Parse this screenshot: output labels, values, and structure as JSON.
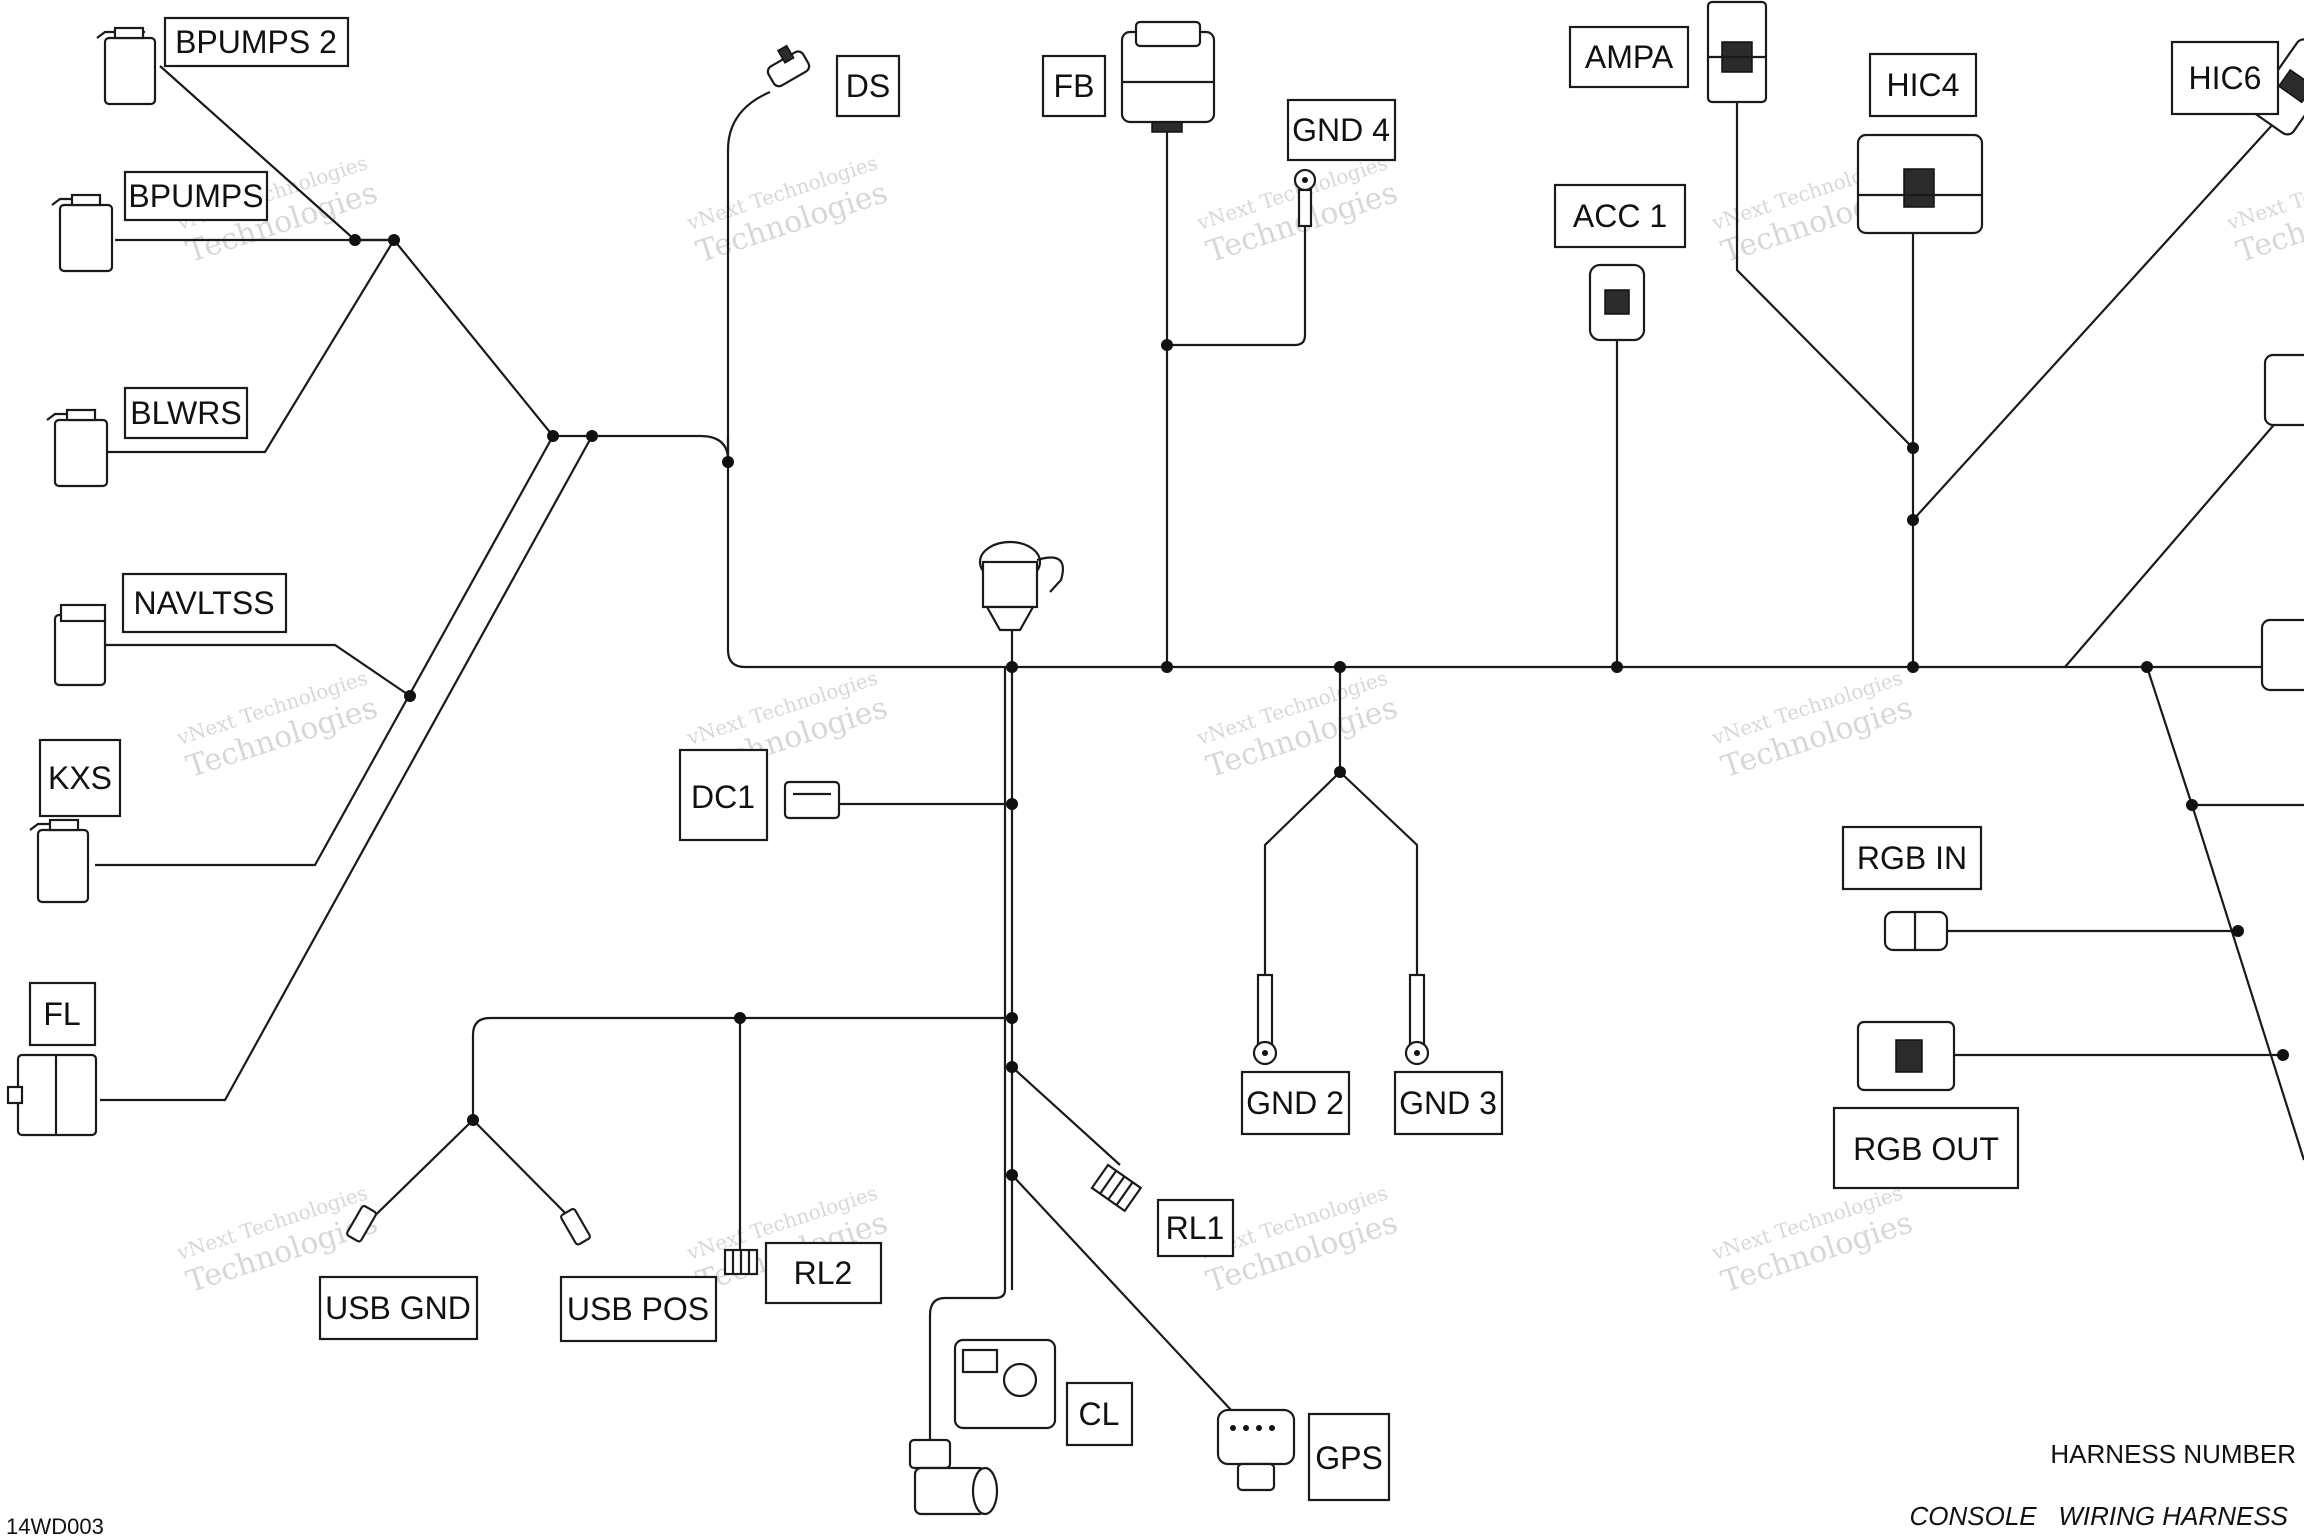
{
  "diagram": {
    "labels": {
      "bpumps2": "BPUMPS 2",
      "bpumps": "BPUMPS",
      "blwrs": "BLWRS",
      "navltss": "NAVLTSS",
      "kxs": "KXS",
      "fl": "FL",
      "ds": "DS",
      "fb": "FB",
      "gnd4": "GND 4",
      "ampa": "AMPA",
      "acc1": "ACC 1",
      "hic4": "HIC4",
      "hic6": "HIC6",
      "dc1": "DC1",
      "gnd2": "GND 2",
      "gnd3": "GND 3",
      "rgb_in": "RGB IN",
      "rgb_out": "RGB OUT",
      "usb_gnd": "USB GND",
      "usb_pos": "USB POS",
      "rl2": "RL2",
      "rl1": "RL1",
      "cl": "CL",
      "gps": "GPS"
    },
    "watermark": {
      "line1": "vNext Technologies",
      "line2": "Technologies"
    },
    "footer": {
      "figure_code": "14WD003",
      "harness_number": "HARNESS NUMBER",
      "title": "CONSOLE   WIRING HARNESS"
    }
  }
}
